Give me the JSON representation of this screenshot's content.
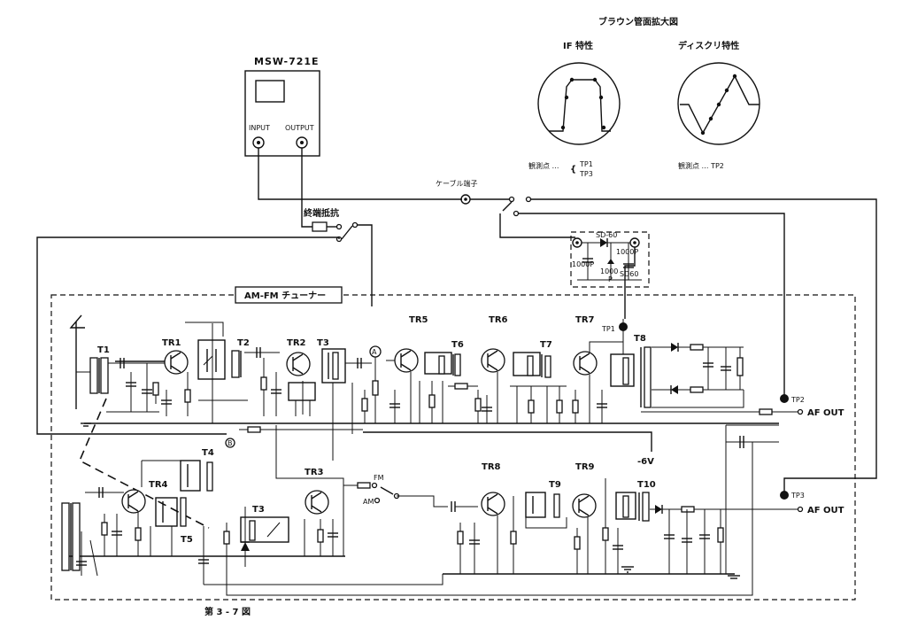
{
  "title": {
    "scope_header": "ブラウン管面拡大図",
    "if_label": "IF 特性",
    "disc_label": "ディスクリ特性",
    "if_measure": "観測点 …",
    "if_tp_a": "TP1",
    "if_tp_b": "TP3",
    "disc_measure": "観測点 … TP2"
  },
  "instrument": {
    "model": "MSW-721E",
    "input_label": "INPUT",
    "output_label": "OUTPUT"
  },
  "connectors": {
    "cable_terminal": "ケーブル端子",
    "termination": "終端抵抗"
  },
  "tuner": {
    "box_label": "AM-FM チューナー"
  },
  "probe": {
    "top": "SD-60",
    "cap1": "1000P",
    "cap2": "1000P",
    "cap3": "1000",
    "cap4": "P",
    "diode2": "SD60"
  },
  "components": {
    "T1": "T1",
    "T2": "T2",
    "T3": "T3",
    "T3b": "T3",
    "T4": "T4",
    "T5": "T5",
    "T6": "T6",
    "T7": "T7",
    "T8": "T8",
    "T9": "T9",
    "T10": "T10",
    "TR1": "TR1",
    "TR2": "TR2",
    "TR3": "TR3",
    "TR4": "TR4",
    "TR5": "TR5",
    "TR6": "TR6",
    "TR7": "TR7",
    "TR8": "TR8",
    "TR9": "TR9"
  },
  "testpoints": {
    "TP1": "TP1",
    "TP2": "TP2",
    "TP3": "TP3",
    "A": "A",
    "B": "B"
  },
  "outputs": {
    "af_out_1": "AF OUT",
    "af_out_2": "AF OUT",
    "vsupply": "-6V",
    "fm": "FM",
    "am": "AM"
  },
  "figure_caption": "第 3 - 7 図"
}
